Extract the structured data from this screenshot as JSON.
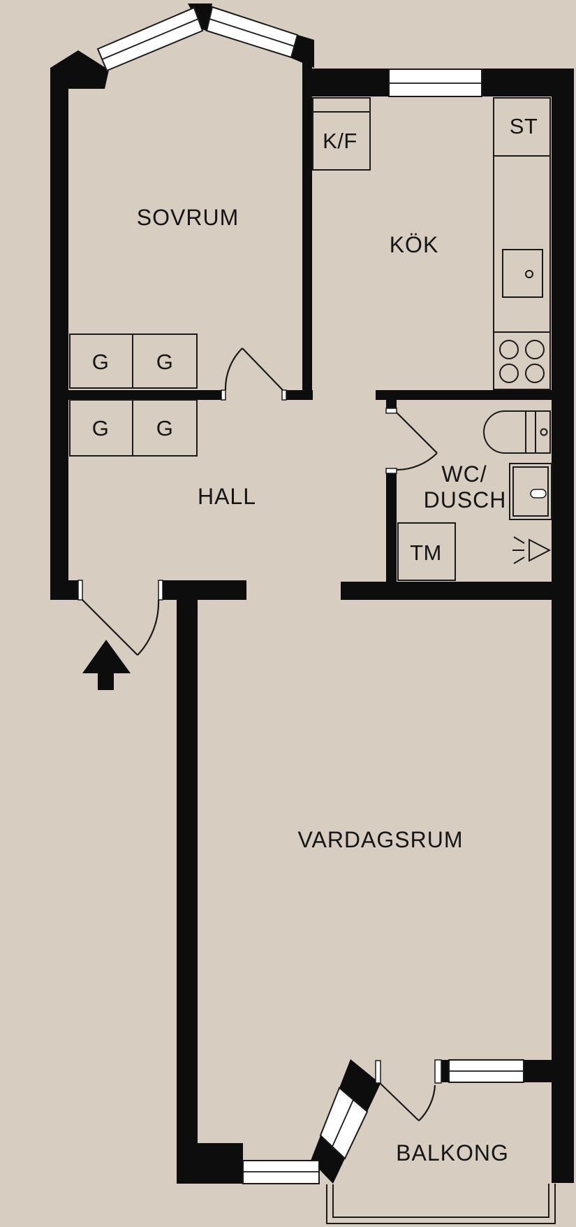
{
  "title": "apartment-floor-plan",
  "colors": {
    "background": "#d7cdc1",
    "wall": "#0d0d0d",
    "window": "#ffffff",
    "line": "#1a1a1a",
    "text": "#151515"
  },
  "rooms": {
    "sovrum": {
      "label": "SOVRUM"
    },
    "kok": {
      "label": "KÖK"
    },
    "hall": {
      "label": "HALL"
    },
    "wc_dusch": {
      "label_line1": "WC/",
      "label_line2": "DUSCH"
    },
    "vardagsrum": {
      "label": "VARDAGSRUM"
    },
    "balkong": {
      "label": "BALKONG"
    }
  },
  "fixtures": {
    "kf": {
      "label": "K/F"
    },
    "st": {
      "label": "ST"
    },
    "tm": {
      "label": "TM"
    },
    "wardrobes": [
      {
        "label": "G"
      },
      {
        "label": "G"
      },
      {
        "label": "G"
      },
      {
        "label": "G"
      }
    ]
  },
  "icons": {
    "entrance_arrow": "solid-up-arrow",
    "stove": "four-burner-circles",
    "sink": "square-with-drain-circle",
    "toilet": "bowl-and-tank",
    "shower": "spray-triangle"
  }
}
